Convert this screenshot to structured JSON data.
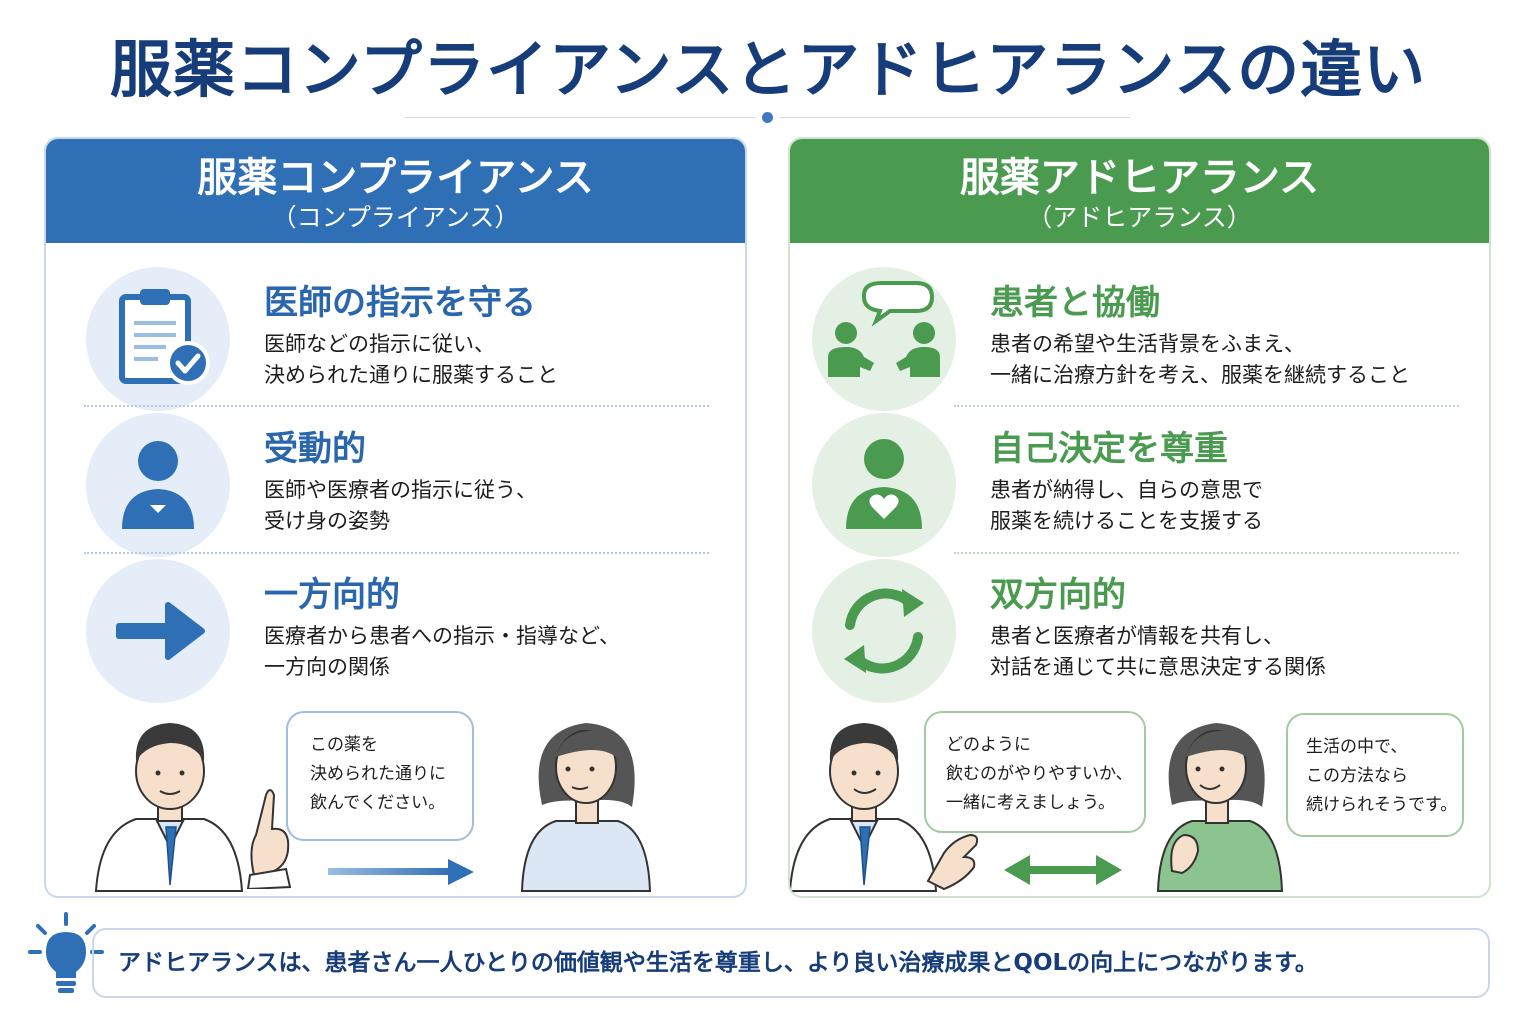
{
  "title": "服薬コンプライアンスとアドヒアランスの違い",
  "colors": {
    "navy": "#163d7a",
    "blue": "#2f6fb6",
    "green": "#4a9a50",
    "light_blue": "#e4edf8",
    "light_green": "#e4f0e4"
  },
  "left": {
    "heading": "服薬コンプライアンス",
    "subheading": "（コンプライアンス）",
    "items": [
      {
        "icon": "clipboard-check-icon",
        "title": "医師の指示を守る",
        "desc": [
          "医師などの指示に従い、",
          "決められた通りに服薬すること"
        ]
      },
      {
        "icon": "person-icon",
        "title": "受動的",
        "desc": [
          "医師や医療者の指示に従う、",
          "受け身の姿勢"
        ]
      },
      {
        "icon": "arrow-right-icon",
        "title": "一方向的",
        "desc": [
          "医療者から患者への指示・指導など、",
          "一方向の関係"
        ]
      }
    ],
    "bubble": [
      "この薬を",
      "決められた通りに",
      "飲んでください。"
    ]
  },
  "right": {
    "heading": "服薬アドヒアランス",
    "subheading": "（アドヒアランス）",
    "items": [
      {
        "icon": "conversation-icon",
        "title": "患者と協働",
        "desc": [
          "患者の希望や生活背景をふまえ、",
          "一緒に治療方針を考え、服薬を継続すること"
        ]
      },
      {
        "icon": "person-heart-icon",
        "title": "自己決定を尊重",
        "desc": [
          "患者が納得し、自らの意思で",
          "服薬を続けることを支援する"
        ]
      },
      {
        "icon": "cycle-arrows-icon",
        "title": "双方向的",
        "desc": [
          "患者と医療者が情報を共有し、",
          "対話を通じて共に意思決定する関係"
        ]
      }
    ],
    "bubble_doctor": [
      "どのように",
      "飲むのがやりやすいか、",
      "一緒に考えましょう。"
    ],
    "bubble_patient": [
      "生活の中で、",
      "この方法なら",
      "続けられそうです。"
    ]
  },
  "footer": {
    "icon": "lightbulb-icon",
    "text": "アドヒアランスは、患者さん一人ひとりの価値観や生活を尊重し、より良い治療成果とQOLの向上につながります。"
  }
}
